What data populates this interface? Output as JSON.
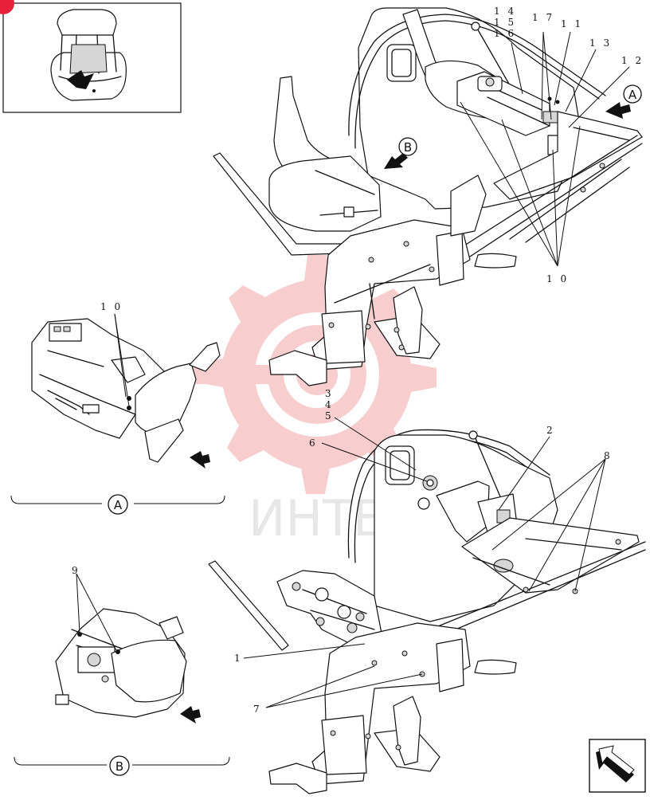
{
  "callouts": {
    "c1": "1",
    "c2": "2",
    "c345_a": "3",
    "c345_b": "4",
    "c345_c": "5",
    "c6": "6",
    "c7": "7",
    "c8": "8",
    "c9": "9",
    "c10_top": "1 0",
    "c10_inset": "1 0",
    "c11": "1 1",
    "c12": "1 2",
    "c13": "1 3",
    "c1416_a": "1 4",
    "c1416_b": "1 5",
    "c1416_c": "1 6",
    "c17": "1 7"
  },
  "view_labels": {
    "a_arrow": "A",
    "b_arrow": "B",
    "a_view": "A",
    "b_view": "B"
  },
  "watermark": {
    "text": "ИНТЕХ",
    "color": "#f4b3b3"
  },
  "badge": {
    "color": "#e8203a"
  },
  "icons": {
    "locator": "cab-locator-thumbnail",
    "nav": "arrow-nav-icon"
  }
}
